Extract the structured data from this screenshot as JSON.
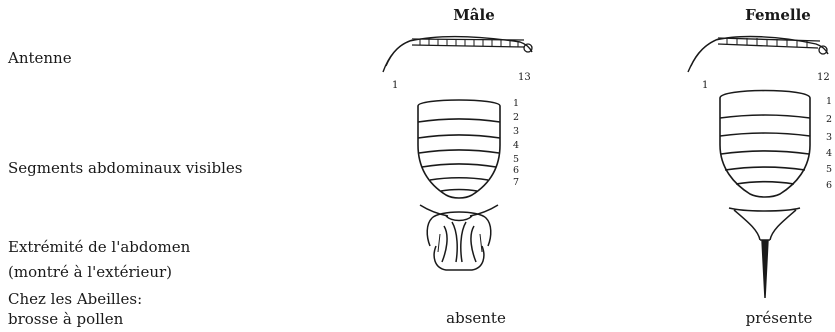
{
  "headers": {
    "male": "Mâle",
    "female": "Femelle"
  },
  "rows": {
    "antenna": "Antenne",
    "segments": "Segments abdominaux visibles",
    "tip_line1": "Extrémité de l'abdomen",
    "tip_line2": "(montré à l'extérieur)",
    "pollen_line1": "Chez les Abeilles:",
    "pollen_line2": "brosse à pollen"
  },
  "antenna": {
    "male": {
      "first": "1",
      "last": "13"
    },
    "female": {
      "first": "1",
      "last": "12"
    }
  },
  "segments": {
    "male": [
      "1",
      "2",
      "3",
      "4",
      "5",
      "6",
      "7"
    ],
    "female": [
      "1",
      "2",
      "3",
      "4",
      "5",
      "6"
    ]
  },
  "pollen_brush": {
    "male": "absente",
    "female": "présente"
  }
}
